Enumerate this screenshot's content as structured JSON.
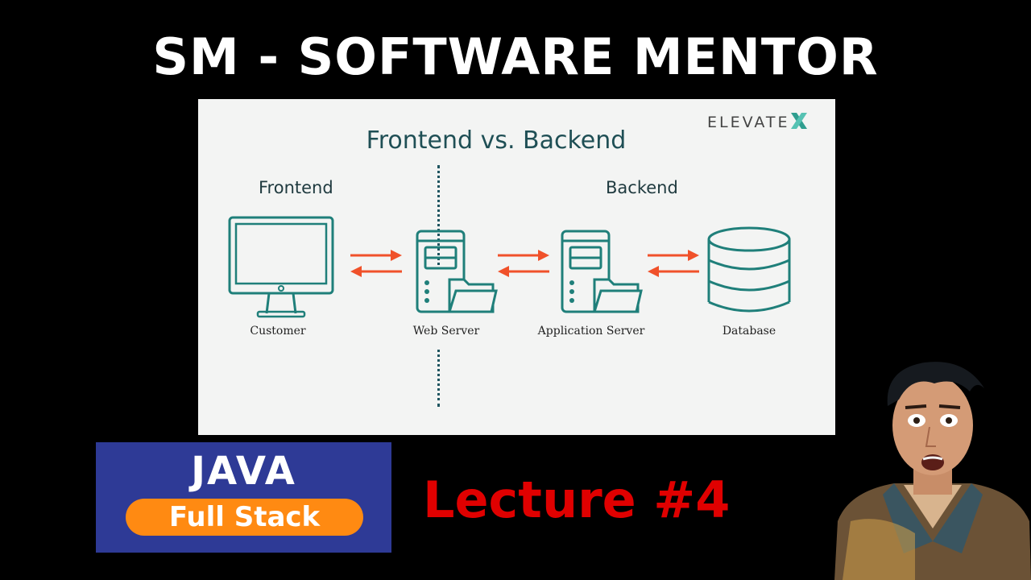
{
  "header": {
    "title": "SM - SOFTWARE MENTOR"
  },
  "slide": {
    "title": "Frontend vs. Backend",
    "brand": "ELEVATE",
    "brand_icon": "x-logo-icon",
    "sections": {
      "frontend": "Frontend",
      "backend": "Backend"
    },
    "nodes": [
      {
        "label": "Customer",
        "icon": "monitor-icon"
      },
      {
        "label": "Web Server",
        "icon": "server-folder-icon"
      },
      {
        "label": "Application Server",
        "icon": "server-folder-icon"
      },
      {
        "label": "Database",
        "icon": "database-icon"
      }
    ],
    "colors": {
      "teal": "#1f7f7a",
      "arrow": "#f0512a",
      "background": "#f3f4f3"
    }
  },
  "course": {
    "name": "JAVA",
    "track": "Full Stack",
    "box_color": "#2e3a96",
    "pill_color": "#ff8a12"
  },
  "lecture": {
    "label": "Lecture #4",
    "color": "#e00000"
  }
}
